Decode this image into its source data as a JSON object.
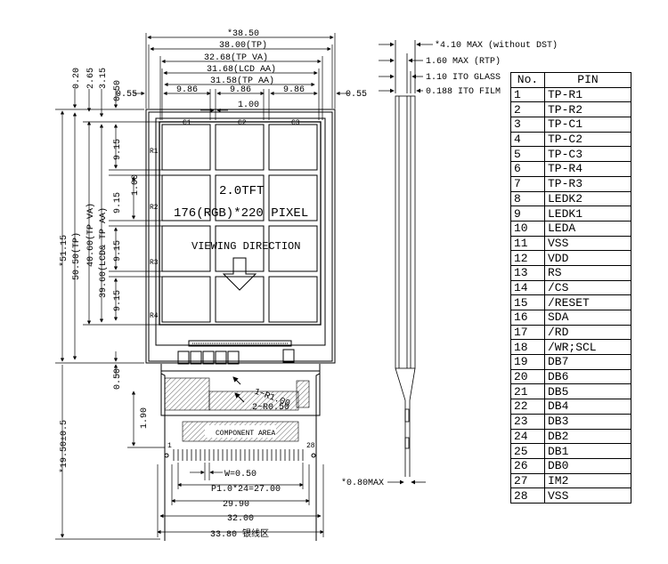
{
  "dimensions": {
    "total_width": "*38.50",
    "tp_width": "38.00(TP)",
    "tp_va_width": "32.68(TP VA)",
    "lcd_aa_width": "31.68(LCD AA)",
    "tp_aa_width": "31.58(TP AA)",
    "col_a": "9.86",
    "col_b": "9.86",
    "col_c": "9.86",
    "col_gap": "1.00",
    "margin_left": "0.55",
    "margin_right": "0.55",
    "top_0_20": "0.20",
    "top_2_65": "2.65",
    "top_3_15": "3.15",
    "top_0_50": "0.50",
    "total_height": "*51.15",
    "tp_height": "50.50(TP)",
    "tp_va_height": "40.60(TP VA)",
    "lcd_tp_aa_height": "39.60(LCD& TP AA)",
    "row_a": "9.15",
    "row_gap": "1.00",
    "row_b": "9.15",
    "row_c": "9.15",
    "row_d": "9.15",
    "bottom_0_50": "0.50",
    "fpc_height": "*19.50±0.5",
    "fpc_1_90": "1.90",
    "pin_width": "W=0.50",
    "pitch": "P1.0*24=27.00",
    "fpc_29_90": "29.90",
    "fpc_32_00": "32.00",
    "fpc_33_80": "33.80 银线区",
    "max_thick": "*4.10 MAX (without DST)",
    "rtp_thick": "1.60 MAX (RTP)",
    "ito_glass": "1.10 ITO GLASS",
    "ito_film": "0.188 ITO FILM",
    "fpc_thick": "*0.80MAX",
    "r1": "1~R1.00",
    "r2": "2~R0.50"
  },
  "labels": {
    "title_line1": "2.0TFT",
    "title_line2": "176(RGB)*220  PIXEL",
    "viewing": "VIEWING DIRECTION",
    "component": "COMPONENT AREA",
    "pin1": "1",
    "pin28": "28",
    "c1": "C1",
    "c2": "C2",
    "c3": "C3",
    "r1": "R1",
    "r2": "R2",
    "r3": "R3",
    "r4": "R4"
  },
  "pin_table": {
    "header_no": "No.",
    "header_pin": "PIN",
    "rows": [
      {
        "no": "1",
        "pin": "TP-R1"
      },
      {
        "no": "2",
        "pin": "TP-R2"
      },
      {
        "no": "3",
        "pin": "TP-C1"
      },
      {
        "no": "4",
        "pin": "TP-C2"
      },
      {
        "no": "5",
        "pin": "TP-C3"
      },
      {
        "no": "6",
        "pin": "TP-R4"
      },
      {
        "no": "7",
        "pin": "TP-R3"
      },
      {
        "no": "8",
        "pin": "LEDK2"
      },
      {
        "no": "9",
        "pin": "LEDK1"
      },
      {
        "no": "10",
        "pin": "LEDA"
      },
      {
        "no": "11",
        "pin": "VSS"
      },
      {
        "no": "12",
        "pin": "VDD"
      },
      {
        "no": "13",
        "pin": "RS"
      },
      {
        "no": "14",
        "pin": "/CS"
      },
      {
        "no": "15",
        "pin": "/RESET"
      },
      {
        "no": "16",
        "pin": "SDA"
      },
      {
        "no": "17",
        "pin": "/RD"
      },
      {
        "no": "18",
        "pin": "/WR;SCL"
      },
      {
        "no": "19",
        "pin": "DB7"
      },
      {
        "no": "20",
        "pin": "DB6"
      },
      {
        "no": "21",
        "pin": "DB5"
      },
      {
        "no": "22",
        "pin": "DB4"
      },
      {
        "no": "23",
        "pin": "DB3"
      },
      {
        "no": "24",
        "pin": "DB2"
      },
      {
        "no": "25",
        "pin": "DB1"
      },
      {
        "no": "26",
        "pin": "DB0"
      },
      {
        "no": "27",
        "pin": "IM2"
      },
      {
        "no": "28",
        "pin": "VSS"
      }
    ]
  }
}
